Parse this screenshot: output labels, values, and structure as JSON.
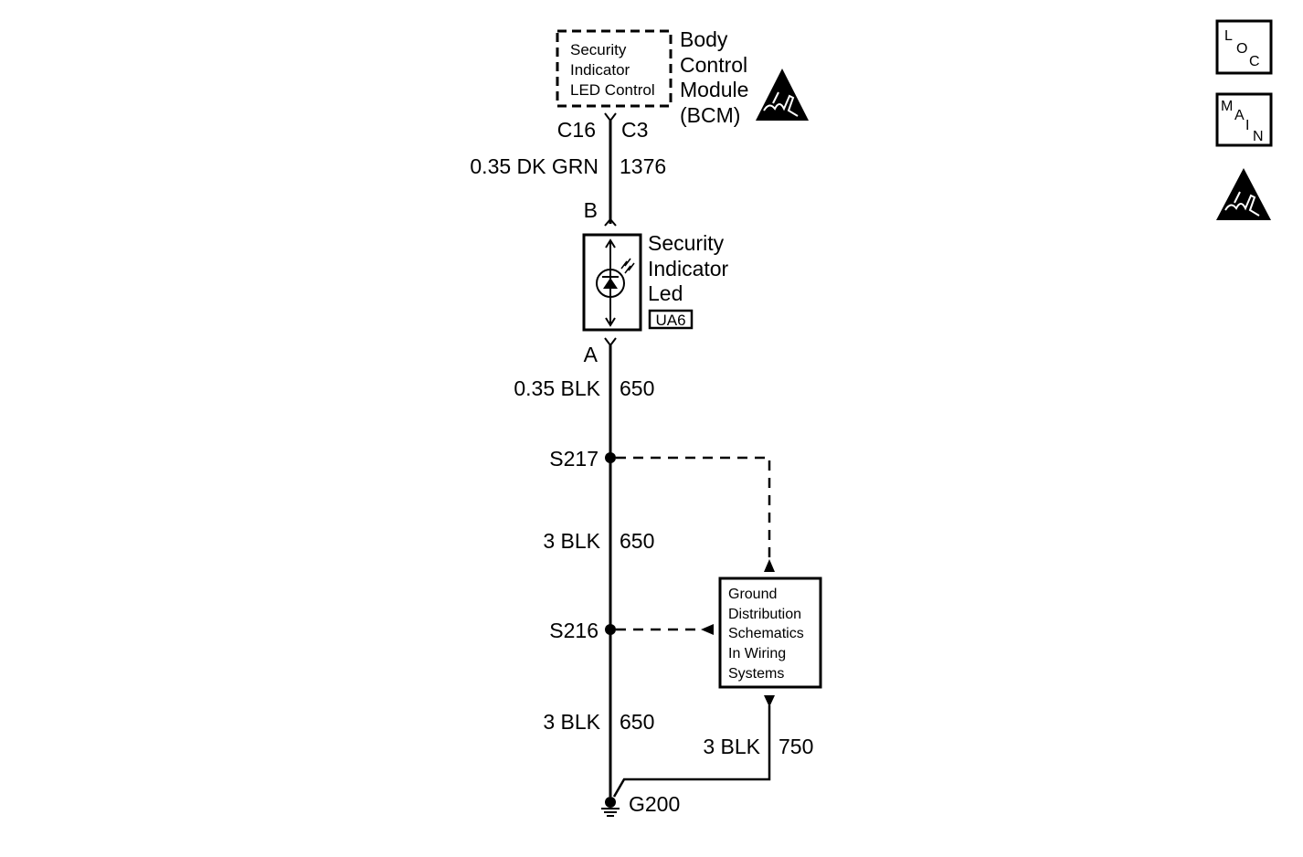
{
  "bcm": {
    "inner_box_lines": [
      "Security",
      "Indicator",
      "LED Control"
    ],
    "title_lines": [
      "Body",
      "Control",
      "Module",
      "(BCM)"
    ],
    "pin_left": "C16",
    "pin_right": "C3"
  },
  "wires": {
    "bcm_to_led": {
      "gauge_color": "0.35 DK GRN",
      "circuit": "1376"
    },
    "led_to_s217": {
      "gauge_color": "0.35 BLK",
      "circuit": "650"
    },
    "s217_to_s216": {
      "gauge_color": "3 BLK",
      "circuit": "650"
    },
    "s216_to_g200": {
      "gauge_color": "3 BLK",
      "circuit": "650"
    },
    "ground_dist_to_g200": {
      "gauge_color": "3 BLK",
      "circuit": "750"
    }
  },
  "led": {
    "pin_top": "B",
    "pin_bottom": "A",
    "name_lines": [
      "Security",
      "Indicator",
      "Led"
    ],
    "option_code": "UA6"
  },
  "splices": {
    "upper": "S217",
    "lower": "S216"
  },
  "ground_distribution": {
    "lines": [
      "Ground",
      "Distribution",
      "Schematics",
      "In Wiring",
      "Systems"
    ]
  },
  "ground": {
    "label": "G200"
  },
  "nav": {
    "loc": [
      "L",
      "O",
      "C"
    ],
    "main": [
      "M",
      "A",
      "I",
      "N"
    ]
  },
  "esd_icon": "esd-warning-icon"
}
